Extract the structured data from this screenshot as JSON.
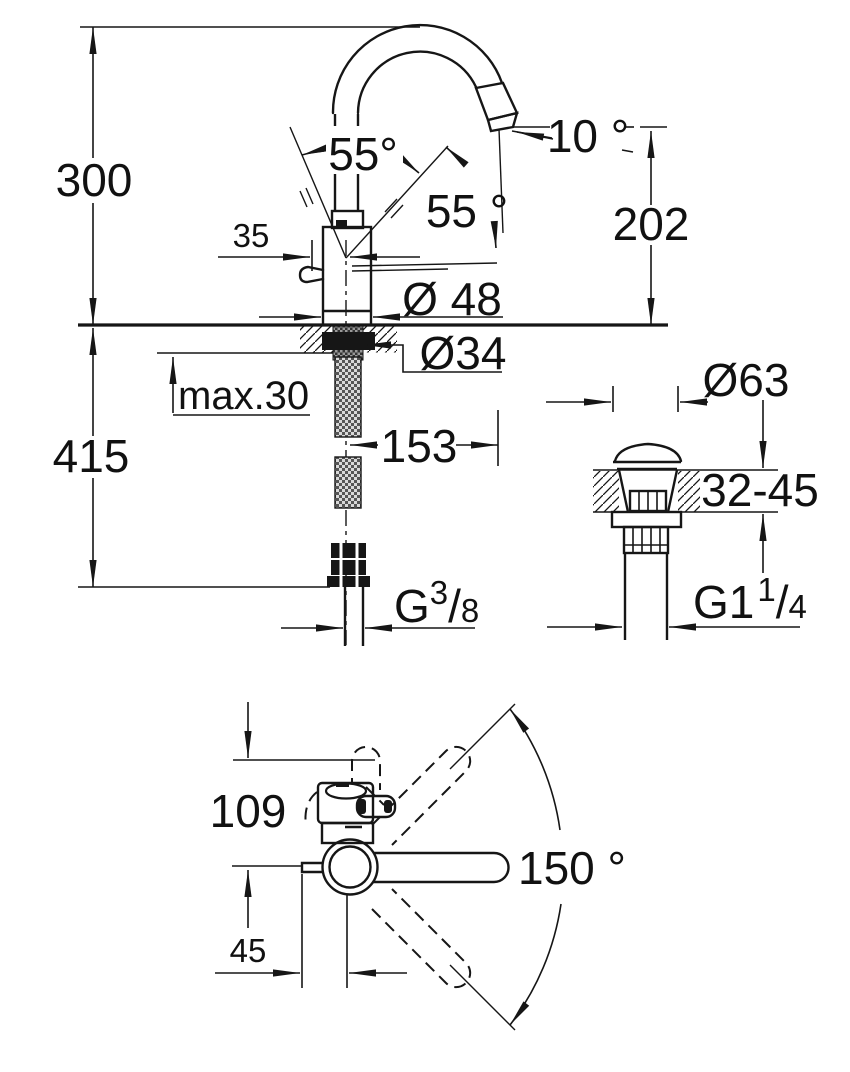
{
  "drawing": {
    "type": "technical-dimension-drawing",
    "subject": "single-lever basin mixer faucet with pop-up waste, side view, drain detail and top view",
    "colors": {
      "line": "#161616",
      "background": "#ffffff"
    },
    "labels": {
      "side": {
        "overall_height": "300",
        "projection_width": "35",
        "lever_swing_angle": "55°",
        "lever_open_angle": "55 °",
        "spout_outlet_angle": "10 °",
        "outlet_height": "202",
        "body_diameter": "Ø 48",
        "shank_diameter": "Ø34",
        "max_counter_thickness": "max.30",
        "below_deck_height": "415",
        "spout_reach": "153",
        "supply_thread_prefix": "G",
        "supply_thread_numerator": "3",
        "supply_thread_slash": "/",
        "supply_thread_denominator": "8"
      },
      "drain": {
        "flange_diameter": "Ø63",
        "counter_thickness_range": "32-45",
        "thread_prefix": "G1",
        "thread_numerator": "1",
        "thread_slash": "/",
        "thread_denominator": "4"
      },
      "top": {
        "spout_projection": "109",
        "center_offset": "45",
        "swivel_range": "150 °"
      }
    }
  }
}
